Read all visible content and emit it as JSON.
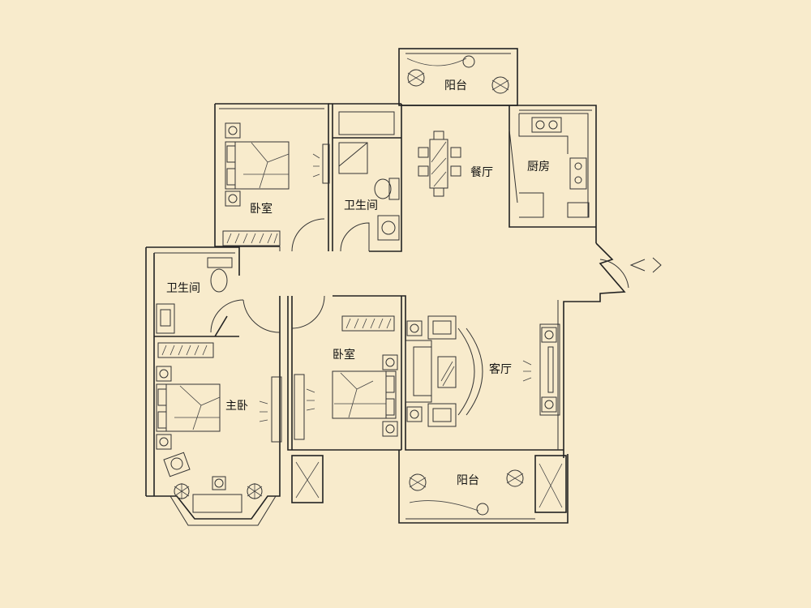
{
  "rooms": {
    "balcony_top": "阳台",
    "bedroom_top": "卧室",
    "bathroom_top": "卫生间",
    "dining": "餐厅",
    "kitchen": "厨房",
    "bathroom_left": "卫生间",
    "master_bedroom": "主卧",
    "bedroom_mid": "卧室",
    "living": "客厅",
    "balcony_bottom": "阳台"
  },
  "colors": {
    "background": "#f8ebcc",
    "wall": "#222222"
  }
}
